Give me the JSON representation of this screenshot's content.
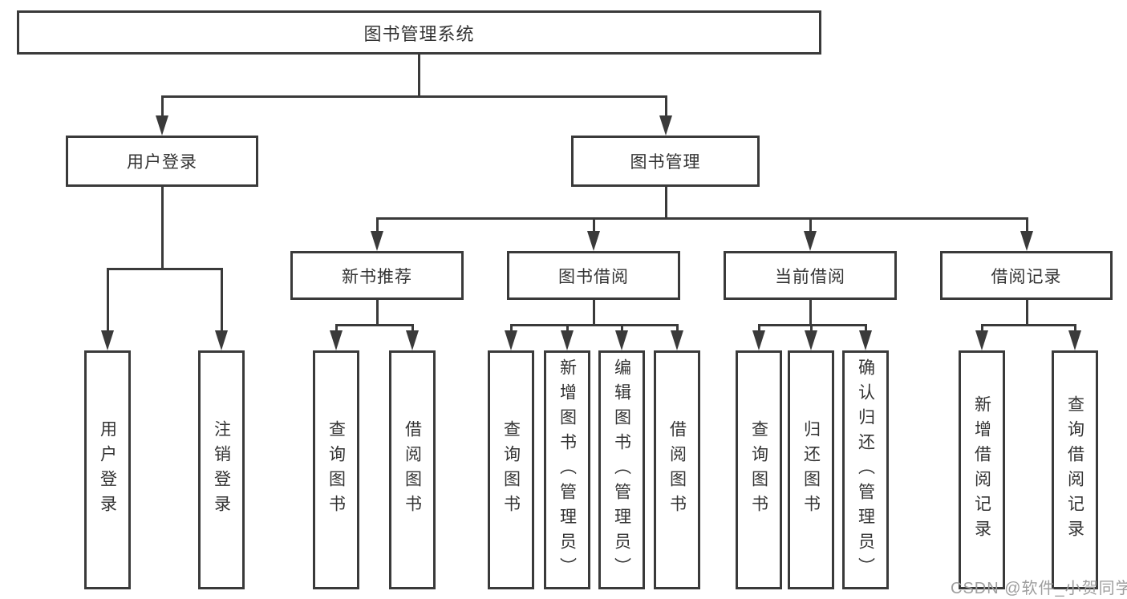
{
  "diagram": {
    "title": "图书管理系统",
    "root": "图书管理系统",
    "branches": [
      {
        "label": "用户登录",
        "leaves": [
          "用户登录",
          "注销登录"
        ]
      },
      {
        "label": "图书管理",
        "groups": [
          {
            "label": "新书推荐",
            "leaves": [
              "查询图书",
              "借阅图书"
            ]
          },
          {
            "label": "图书借阅",
            "leaves": [
              "查询图书",
              "新增图书（管理员）",
              "编辑图书（管理员）",
              "借阅图书"
            ]
          },
          {
            "label": "当前借阅",
            "leaves": [
              "查询图书",
              "归还图书",
              "确认归还（管理员）"
            ]
          },
          {
            "label": "借阅记录",
            "leaves": [
              "新增借阅记录",
              "查询借阅记录"
            ]
          }
        ]
      }
    ]
  },
  "watermark": "CSDN @软件_小贺同学",
  "colors": {
    "line": "#3a3a3a",
    "text": "#333333",
    "watermark": "#9e9e9e",
    "background": "#ffffff"
  }
}
